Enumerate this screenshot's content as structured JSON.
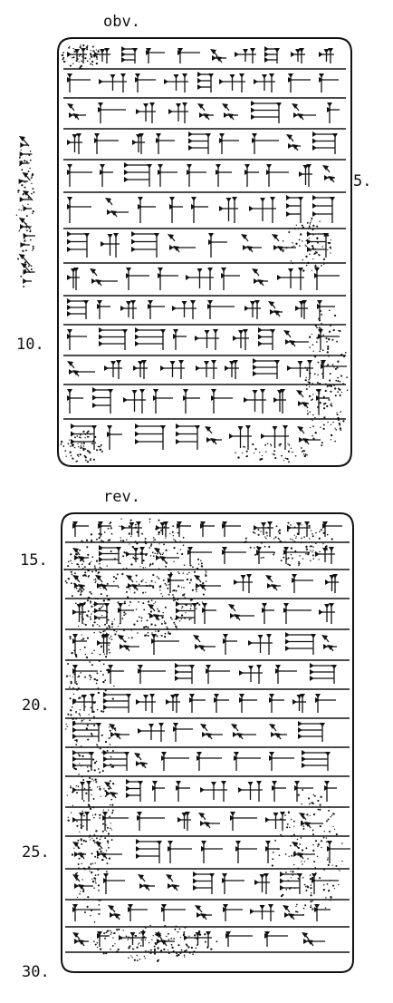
{
  "sides": {
    "obverse": {
      "label": "obv."
    },
    "reverse": {
      "label": "rev."
    }
  },
  "line_numbers": [
    "5.",
    "10.",
    "15.",
    "20.",
    "25.",
    "30."
  ],
  "colors": {
    "ink": "#111111",
    "paper": "#ffffff"
  }
}
